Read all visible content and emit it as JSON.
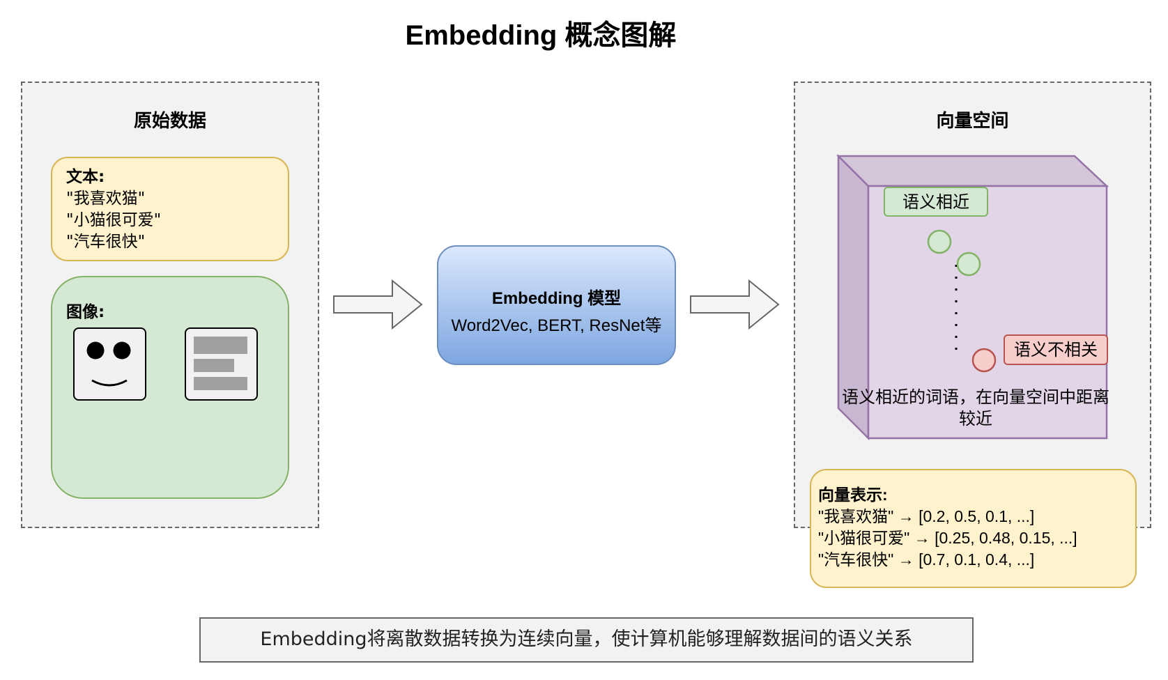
{
  "title": "Embedding 概念图解",
  "raw_data": {
    "title": "原始数据",
    "text_box": {
      "heading": "文本:",
      "lines": [
        "\"我喜欢猫\"",
        "\"小猫很可爱\"",
        "\"汽车很快\""
      ]
    },
    "image_box": {
      "heading": "图像:",
      "icons": [
        "smiley-face-icon",
        "document-icon"
      ]
    }
  },
  "arrows": [
    "right-arrow-icon",
    "right-arrow-icon"
  ],
  "model": {
    "title": "Embedding 模型",
    "subtitle": "Word2Vec, BERT, ResNet等"
  },
  "vector_space": {
    "title": "向量空间",
    "similar_label": "语义相近",
    "unrelated_label": "语义不相关",
    "caption_line1": "语义相近的词语，在向量空间中距离",
    "caption_line2": "较近",
    "vector_box": {
      "heading": "向量表示:",
      "lines": [
        "\"我喜欢猫\" → [0.2, 0.5, 0.1, ...]",
        "\"小猫很可爱\" → [0.25, 0.48, 0.15, ...]",
        "\"汽车很快\" → [0.7, 0.1, 0.4, ...]"
      ]
    }
  },
  "colors": {
    "yellow_fill": "#fff2cc",
    "yellow_stroke": "#d6b656",
    "green_fill": "#d5e8d4",
    "green_stroke": "#82b366",
    "red_fill": "#f8cecc",
    "red_stroke": "#b85450",
    "blue_top": "#dae8fc",
    "blue_bottom": "#7ea6e0",
    "blue_stroke": "#6c8ebf",
    "purple_fill": "#e1d5e7",
    "purple_stroke": "#9673a6"
  },
  "summary": "Embedding将离散数据转换为连续向量，使计算机能够理解数据间的语义关系"
}
